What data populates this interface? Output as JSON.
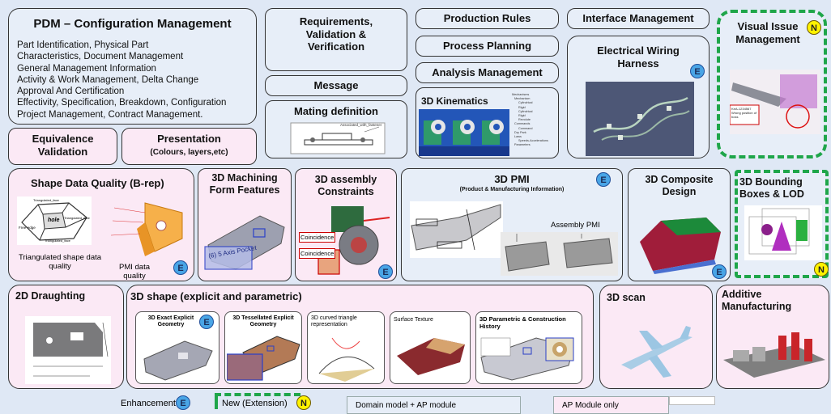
{
  "pdm": {
    "title": "PDM – Configuration Management",
    "lines": [
      "Part Identification, Physical Part",
      "Characteristics, Document Management",
      "General Management Information",
      "Activity & Work Management, Delta Change",
      "Approval And Certification",
      "Effectivity, Specification, Breakdown, Configuration",
      "Project Management, Contract Management."
    ]
  },
  "boxes": {
    "requirements": "Requirements, Validation & Verification",
    "message": "Message",
    "mating": "Mating definition",
    "mating_inner": "Associated_with_fastener",
    "production_rules": "Production  Rules",
    "process_planning": "Process Planning",
    "analysis": "Analysis Management",
    "kinematics": "3D Kinematics",
    "interface": "Interface Management",
    "harness": "Electrical Wiring Harness",
    "visual_issue": "Visual Issue Management",
    "visual_caption": "KeA-1234567 Wrong position of boss",
    "equivalence": "Equivalence Validation",
    "presentation_title": "Presentation",
    "presentation_sub": "(Colours, layers,etc)",
    "shape_quality": "Shape Data Quality (B-rep)",
    "shape_quality_cap1": "Triangulated shape data quality",
    "shape_quality_cap2": "PMI data quality",
    "sq_labels": [
      "Triangulated_face",
      "Triangulated_face",
      "Free-edge",
      "hole",
      "Triangulated_face"
    ],
    "machining": "3D Machining Form Features",
    "machining_label": "(6) 5 Axis Pocket",
    "assembly": "3D assembly Constraints",
    "coincidence": "Coincidence",
    "pmi_title": "3D PMI",
    "pmi_sub": "(Product & Manufacturing Information)",
    "pmi_assembly": "Assembly  PMI",
    "composite": "3D Composite Design",
    "bounding": "3D Bounding  Boxes & LOD",
    "draughting": "2D Draughting",
    "shape3d": "3D shape (explicit and parametric)",
    "scan": "3D scan",
    "additive": "Additive Manufacturing"
  },
  "subshapes": [
    "3D Exact Explicit Geometry",
    "3D Tessellated Explicit Geometry",
    "3D curved triangle representation",
    "Surface Texture",
    "3D Parametric & Construction History"
  ],
  "kin_tree": [
    "Mechanisms",
    "Mechanism",
    "Cylindrical",
    "Rigid",
    "Cylindrical",
    "Rigid",
    "Revolute",
    "Commands",
    "Command",
    "Dry Park",
    "Laws",
    "Speeds-Accelerations",
    "Parameters"
  ],
  "badges": {
    "e": "E",
    "n": "N"
  },
  "legend": {
    "enhancement": "Enhancement",
    "new": "New (Extension)",
    "domain": "Domain model + AP module",
    "ap_only": "AP Module only"
  },
  "colors": {
    "blue_box": "#e7eef8",
    "pink_box": "#fbe9f5",
    "badge_e": "#49a5e6",
    "badge_n": "#fff200",
    "dash_green": "#1fa64a",
    "page_bg": "#dfe8f5"
  }
}
